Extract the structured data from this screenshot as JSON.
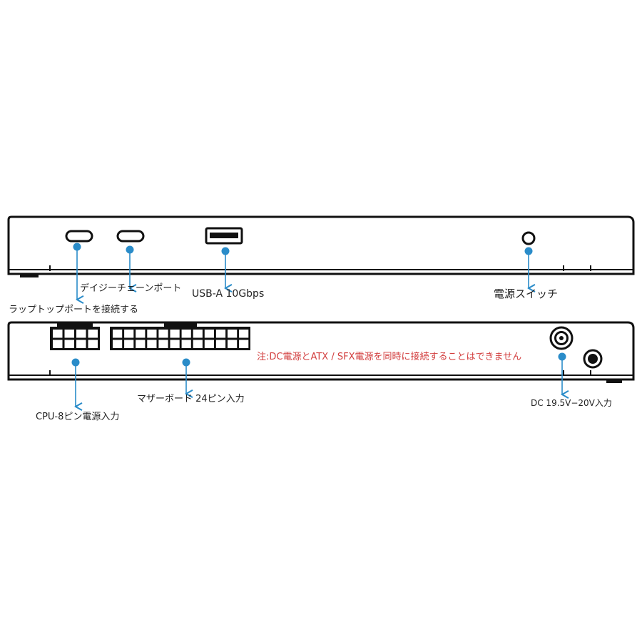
{
  "colors": {
    "outline": "#111111",
    "callout": "#2a8cc9",
    "note": "#d23c3c",
    "text": "#222222"
  },
  "front_panel": {
    "labels": {
      "daisy_chain_port": "デイジーチェーンポート",
      "laptop_port": "ラップトップポートを接続する",
      "usb_a": "USB-A 10Gbps",
      "power_switch": "電源スイッチ"
    }
  },
  "rear_panel": {
    "labels": {
      "cpu_power": "CPU-8ピン電源入力",
      "motherboard": "マザーボード 24ピン入力",
      "dc_input": "DC 19.5V−20V入力"
    },
    "note": "注:DC電源とATX / SFX電源を同時に接続することはできません"
  }
}
